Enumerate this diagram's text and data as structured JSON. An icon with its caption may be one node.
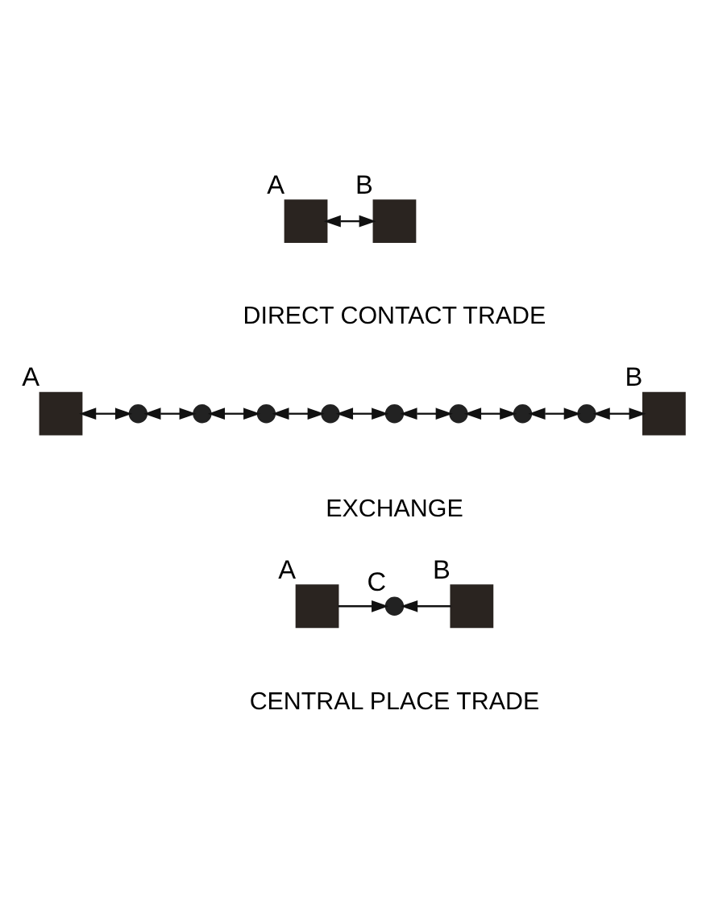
{
  "diagram": {
    "nodes": [
      {
        "text": [],
        "shape": "box",
        "beside": [
          "A"
        ]
      },
      {
        "text": [],
        "shape": "box",
        "beside": [
          "B"
        ]
      },
      {
        "text": [],
        "shape": "box",
        "beside": [
          "A"
        ]
      },
      {
        "text": [],
        "shape": "circle"
      },
      {
        "text": [],
        "shape": "circle"
      },
      {
        "text": [],
        "shape": "circle"
      },
      {
        "text": [],
        "shape": "circle"
      },
      {
        "text": [],
        "shape": "circle"
      },
      {
        "text": [],
        "shape": "circle"
      },
      {
        "text": [],
        "shape": "circle"
      },
      {
        "text": [],
        "shape": "circle"
      },
      {
        "text": [],
        "shape": "box",
        "beside": [
          "B"
        ]
      },
      {
        "text": [],
        "shape": "box",
        "beside": [
          "A"
        ]
      },
      {
        "text": [],
        "shape": "circle",
        "beside": [
          "C"
        ]
      },
      {
        "text": [],
        "shape": "box",
        "beside": [
          "B"
        ]
      }
    ],
    "edges": [
      {
        "from": 0,
        "to": 1,
        "arrow": "both"
      },
      {
        "from": 2,
        "to": 3,
        "arrow": "both"
      },
      {
        "from": 3,
        "to": 4,
        "arrow": "both"
      },
      {
        "from": 4,
        "to": 5,
        "arrow": "both"
      },
      {
        "from": 5,
        "to": 6,
        "arrow": "both"
      },
      {
        "from": 6,
        "to": 7,
        "arrow": "both"
      },
      {
        "from": 7,
        "to": 8,
        "arrow": "both"
      },
      {
        "from": 8,
        "to": 9,
        "arrow": "both"
      },
      {
        "from": 9,
        "to": 10,
        "arrow": "both"
      },
      {
        "from": 10,
        "to": 11,
        "arrow": "both"
      },
      {
        "from": 12,
        "to": 13,
        "arrow": "to"
      },
      {
        "from": 14,
        "to": 13,
        "arrow": "to"
      }
    ],
    "labels": [
      "DIRECT CONTACT TRADE",
      "EXCHANGE",
      "CENTRAL PLACE TRADE"
    ]
  }
}
